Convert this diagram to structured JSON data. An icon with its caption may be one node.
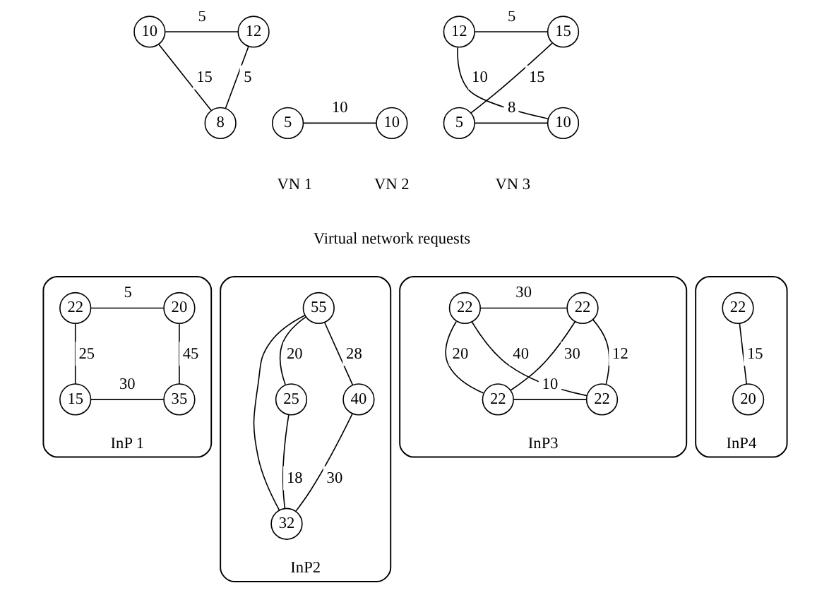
{
  "diagram": {
    "nodes": [
      {
        "text": [
          "10"
        ]
      },
      {
        "text": [
          "12"
        ]
      },
      {
        "text": [
          "8"
        ]
      },
      {
        "text": [
          "5"
        ]
      },
      {
        "text": [
          "10"
        ]
      },
      {
        "text": [
          "12"
        ]
      },
      {
        "text": [
          "15"
        ]
      },
      {
        "text": [
          "5"
        ]
      },
      {
        "text": [
          "10"
        ]
      },
      {
        "text": [
          "InP 1"
        ]
      },
      {
        "text": [
          "22"
        ],
        "in": 9
      },
      {
        "text": [
          "20"
        ],
        "in": 9
      },
      {
        "text": [
          "15"
        ],
        "in": 9
      },
      {
        "text": [
          "35"
        ],
        "in": 9
      },
      {
        "text": [
          "InP2"
        ]
      },
      {
        "text": [
          "55"
        ],
        "in": 14
      },
      {
        "text": [
          "25"
        ],
        "in": 14
      },
      {
        "text": [
          "40"
        ],
        "in": 14
      },
      {
        "text": [
          "32"
        ],
        "in": 14
      },
      {
        "text": [
          "InP3"
        ]
      },
      {
        "text": [
          "22"
        ],
        "in": 19
      },
      {
        "text": [
          "22"
        ],
        "in": 19
      },
      {
        "text": [
          "22"
        ],
        "in": 19
      },
      {
        "text": [
          "22"
        ],
        "in": 19
      },
      {
        "text": [
          "InP4"
        ]
      },
      {
        "text": [
          "22"
        ],
        "in": 24
      },
      {
        "text": [
          "20"
        ],
        "in": 24
      }
    ],
    "edges": [
      {
        "from": 0,
        "to": 1,
        "arrow": "none",
        "label": "5"
      },
      {
        "from": 0,
        "to": 2,
        "arrow": "none",
        "label": "15"
      },
      {
        "from": 1,
        "to": 2,
        "arrow": "none",
        "label": "5"
      },
      {
        "from": 3,
        "to": 4,
        "arrow": "none",
        "label": "10"
      },
      {
        "from": 5,
        "to": 6,
        "arrow": "none",
        "label": "5"
      },
      {
        "from": 6,
        "to": 7,
        "arrow": "none",
        "label": "15"
      },
      {
        "from": 5,
        "to": 8,
        "arrow": "none",
        "label": "10"
      },
      {
        "from": 7,
        "to": 8,
        "arrow": "none",
        "label": "8"
      },
      {
        "from": 10,
        "to": 11,
        "arrow": "none",
        "label": "5"
      },
      {
        "from": 10,
        "to": 12,
        "arrow": "none",
        "label": "25"
      },
      {
        "from": 11,
        "to": 13,
        "arrow": "none",
        "label": "45"
      },
      {
        "from": 12,
        "to": 13,
        "arrow": "none",
        "label": "30"
      },
      {
        "from": 15,
        "to": 16,
        "arrow": "none",
        "label": "20"
      },
      {
        "from": 15,
        "to": 17,
        "arrow": "none",
        "label": "28"
      },
      {
        "from": 15,
        "to": 18,
        "arrow": "none"
      },
      {
        "from": 16,
        "to": 18,
        "arrow": "none",
        "label": "18"
      },
      {
        "from": 17,
        "to": 18,
        "arrow": "none",
        "label": "30"
      },
      {
        "from": 20,
        "to": 21,
        "arrow": "none",
        "label": "30"
      },
      {
        "from": 20,
        "to": 22,
        "arrow": "none",
        "label": "20"
      },
      {
        "from": 21,
        "to": 22,
        "arrow": "none",
        "label": "30"
      },
      {
        "from": 20,
        "to": 23,
        "arrow": "none",
        "label": "40"
      },
      {
        "from": 21,
        "to": 23,
        "arrow": "none",
        "label": "12"
      },
      {
        "from": 22,
        "to": 23,
        "arrow": "none",
        "label": "10"
      },
      {
        "from": 25,
        "to": 26,
        "arrow": "none",
        "label": "15"
      }
    ],
    "labels": [
      "VN 1",
      "VN 2",
      "VN 3",
      "Virtual network requests"
    ]
  }
}
